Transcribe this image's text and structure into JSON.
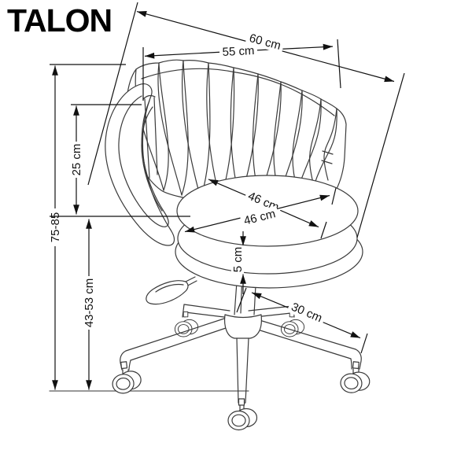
{
  "title": "TALON",
  "colors": {
    "background": "#ffffff",
    "line_art": "#3a3a3a",
    "dimension_lines": "#111111",
    "ground_line": "#5a5a5a"
  },
  "dimensions": {
    "overall_width": {
      "label": "60 cm"
    },
    "backrest_width": {
      "label": "55 cm"
    },
    "backrest_height": {
      "label": "25 cm"
    },
    "overall_height": {
      "label": "75-85"
    },
    "seat_diagonal_a": {
      "label": "46 cm"
    },
    "seat_diagonal_b": {
      "label": "46 cm"
    },
    "seat_thickness": {
      "label": "5 cm"
    },
    "seat_height": {
      "label": "43-53 cm"
    },
    "base_leg_length": {
      "label": "30 cm"
    }
  }
}
